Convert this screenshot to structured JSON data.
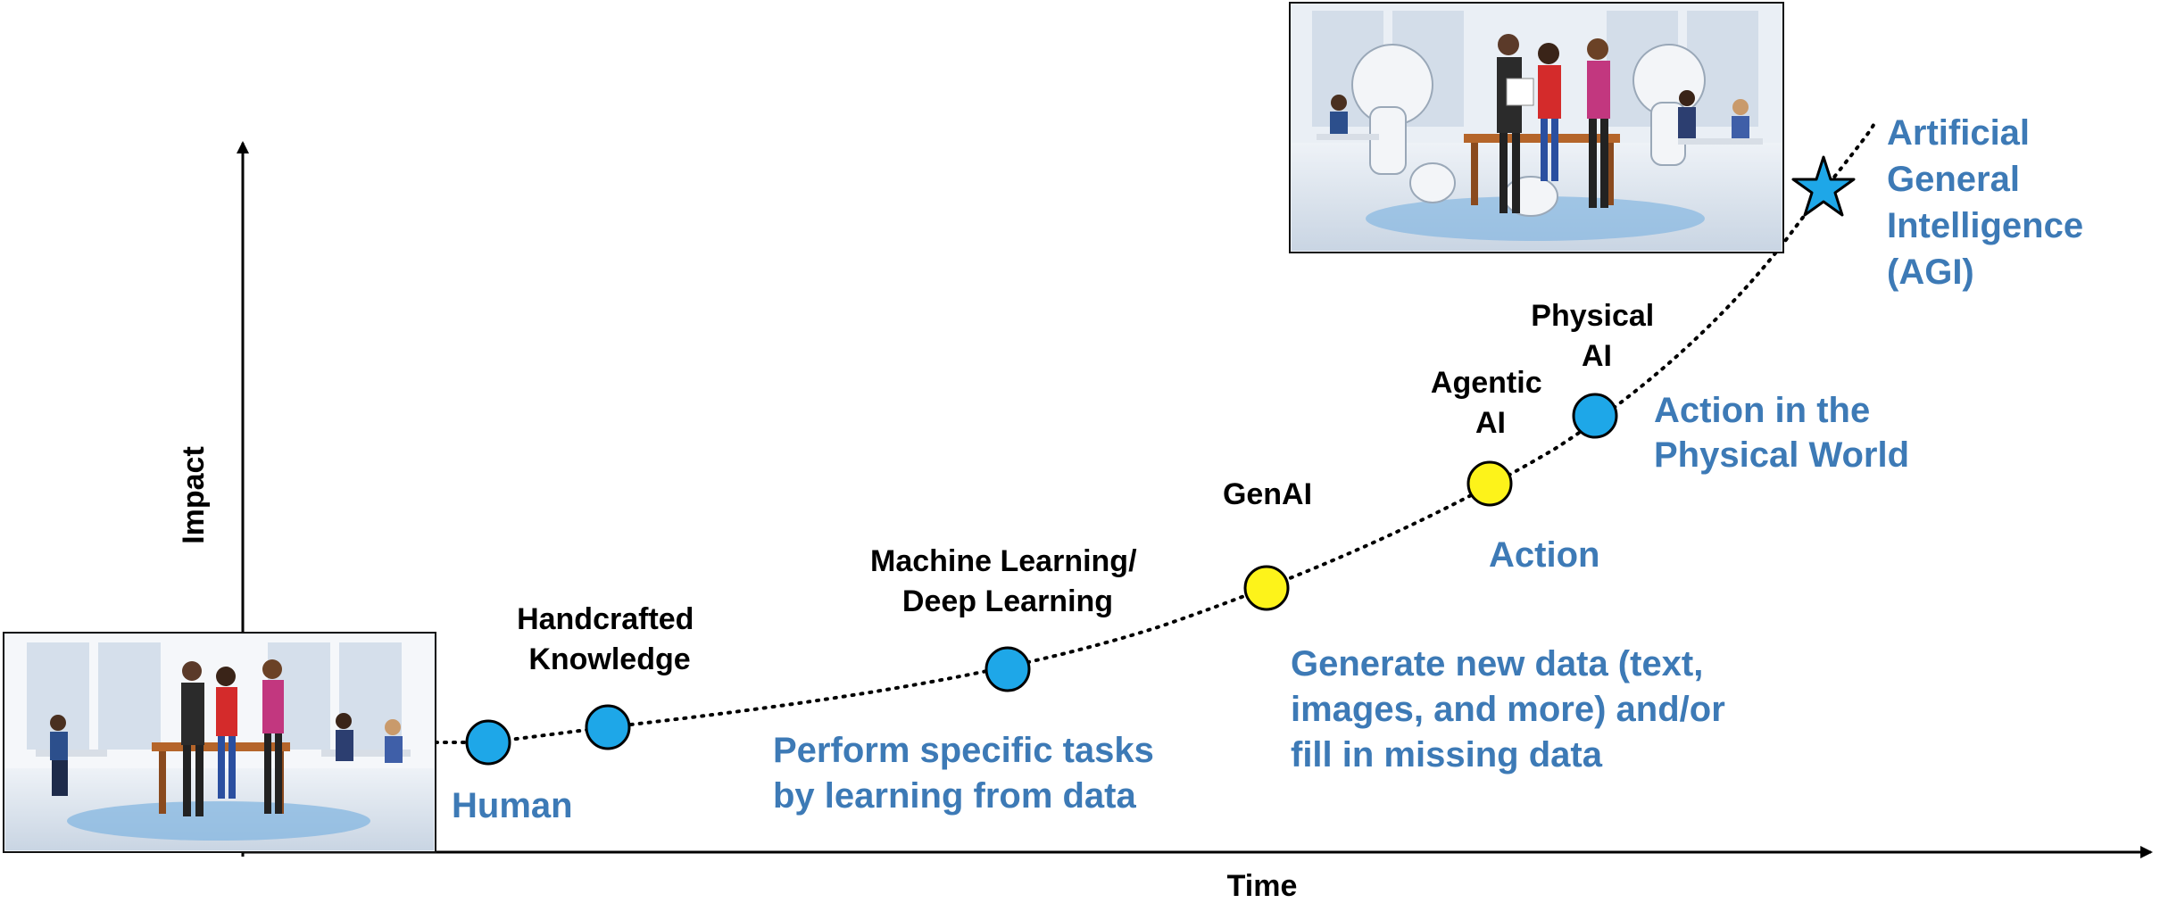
{
  "axes": {
    "x_label": "Time",
    "y_label": "Impact"
  },
  "colors": {
    "blue_text": "#3d7ab6",
    "node_blue": "#1ea7e8",
    "node_yellow": "#fdf31a",
    "axis": "#000000"
  },
  "stages": [
    {
      "id": "human",
      "name": "",
      "desc": [
        "Human"
      ],
      "node_color": "blue"
    },
    {
      "id": "handcrafted",
      "name": [
        "Handcrafted",
        "Knowledge"
      ],
      "desc": [],
      "node_color": "blue"
    },
    {
      "id": "ml",
      "name": [
        "Machine Learning/",
        "Deep Learning"
      ],
      "desc": [
        "Perform specific tasks",
        "by learning from data"
      ],
      "node_color": "blue"
    },
    {
      "id": "genai",
      "name": [
        "GenAI"
      ],
      "desc": [
        "Generate new data (text,",
        "images, and more) and/or",
        "fill in missing data"
      ],
      "node_color": "yellow"
    },
    {
      "id": "agentic",
      "name": [
        "Agentic",
        "AI"
      ],
      "desc": [
        "Action"
      ],
      "node_color": "yellow"
    },
    {
      "id": "physical",
      "name": [
        "Physical",
        "AI"
      ],
      "desc": [
        "Action in the",
        "Physical World"
      ],
      "node_color": "blue"
    },
    {
      "id": "agi",
      "name": [],
      "desc": [
        "Artificial",
        "General",
        "Intelligence",
        "(AGI)"
      ],
      "node_color": "star"
    }
  ],
  "images": {
    "left": "office-scene-humans",
    "right": "office-scene-humans-and-robots"
  }
}
